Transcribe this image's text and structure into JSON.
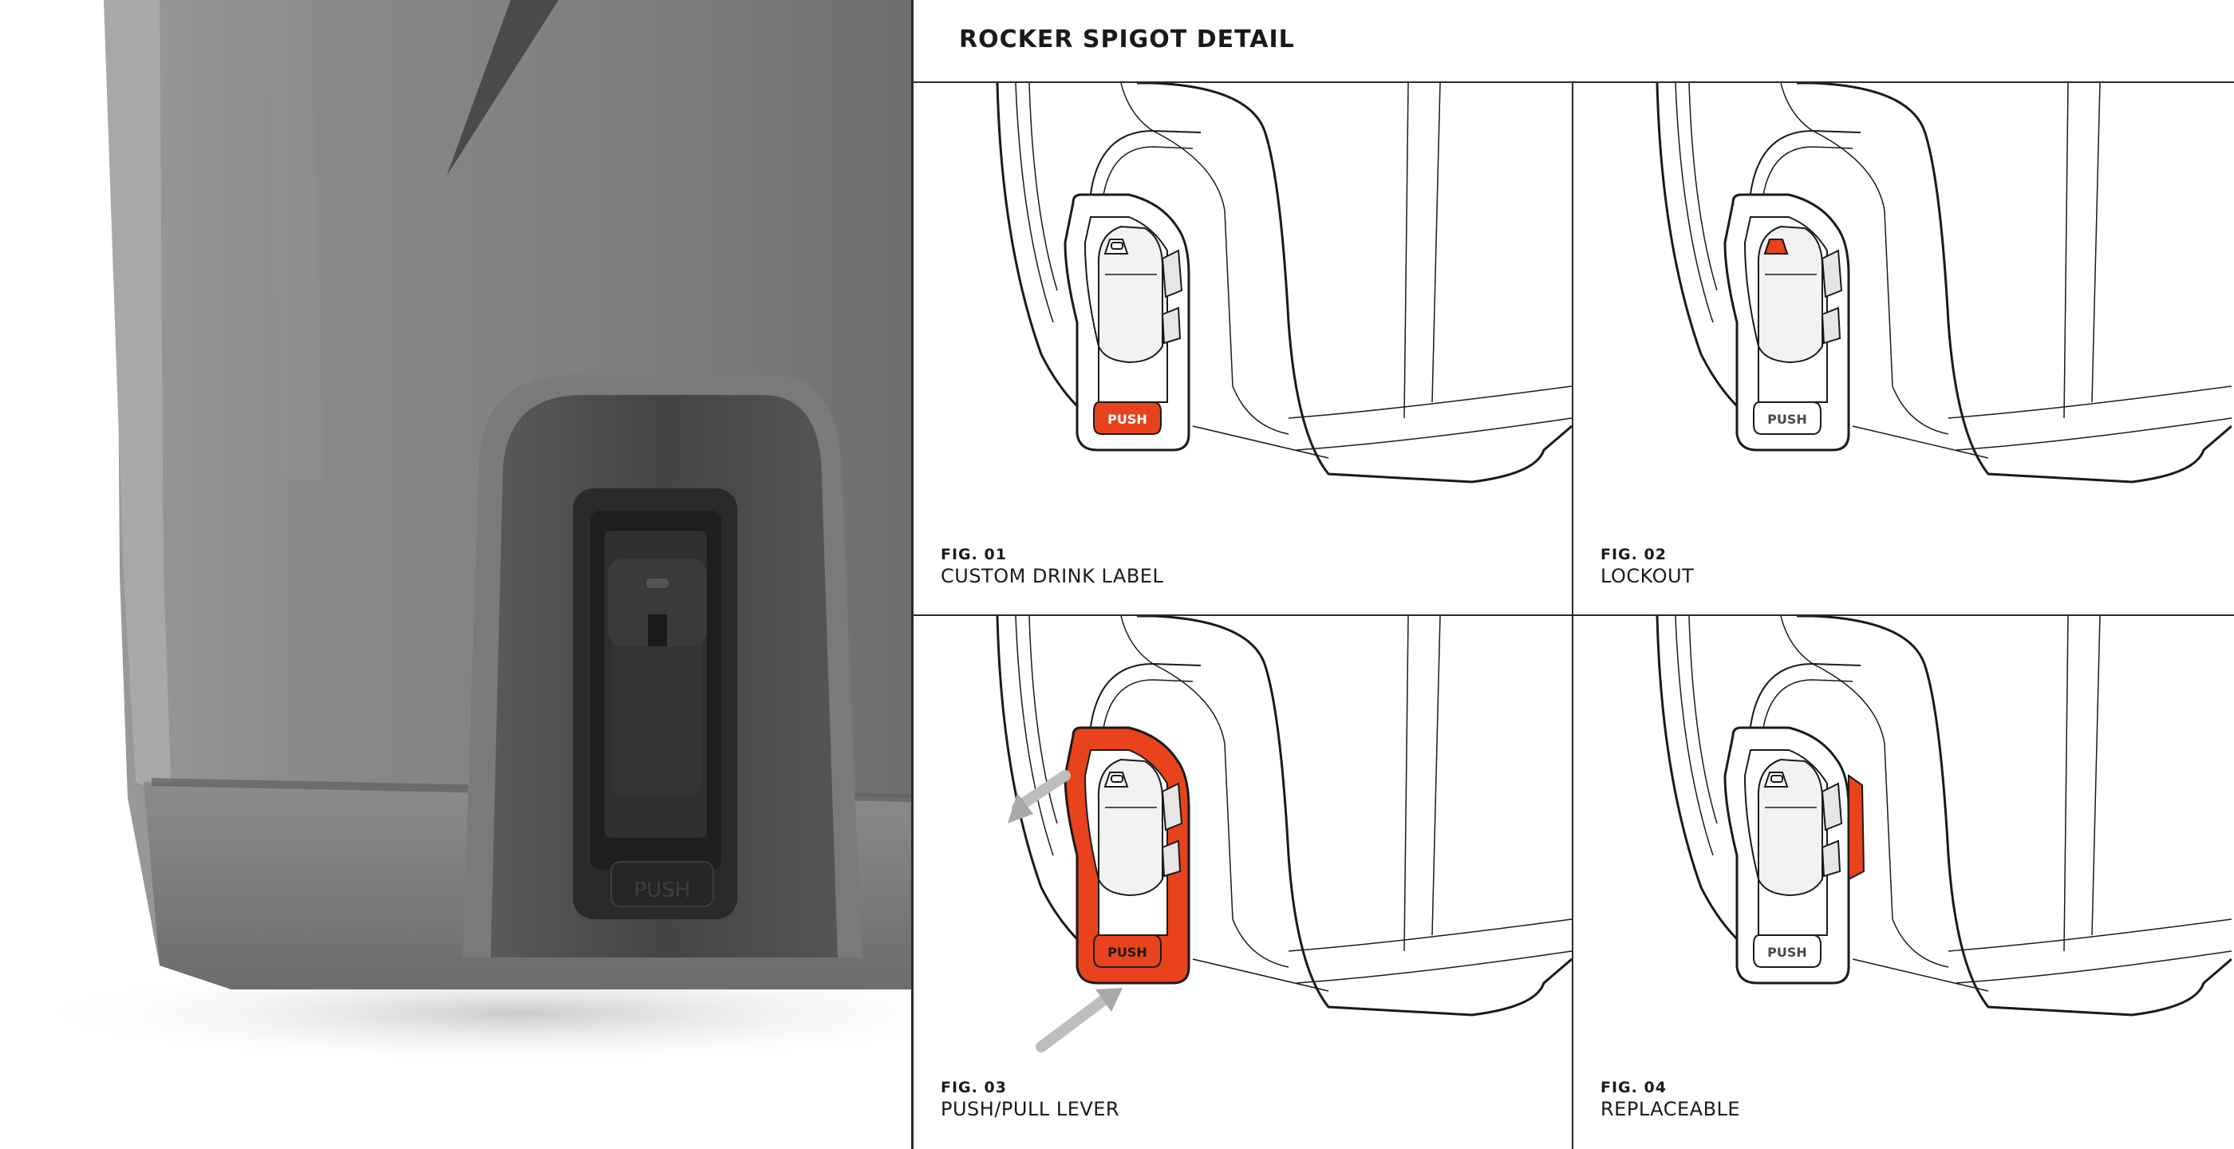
{
  "title": "ROCKER SPIGOT DETAIL",
  "photo": {
    "push_label": "PUSH"
  },
  "accent_color": "#e8431c",
  "figures": [
    {
      "number": "FIG. 01",
      "caption": "CUSTOM DRINK LABEL",
      "push_label": "PUSH",
      "highlight": "push-label"
    },
    {
      "number": "FIG. 02",
      "caption": "LOCKOUT",
      "push_label": "PUSH",
      "highlight": "lockout-tab"
    },
    {
      "number": "FIG. 03",
      "caption": "PUSH/PULL LEVER",
      "push_label": "PUSH",
      "highlight": "lever"
    },
    {
      "number": "FIG. 04",
      "caption": "REPLACEABLE",
      "push_label": "PUSH",
      "highlight": "side-cartridge"
    }
  ]
}
